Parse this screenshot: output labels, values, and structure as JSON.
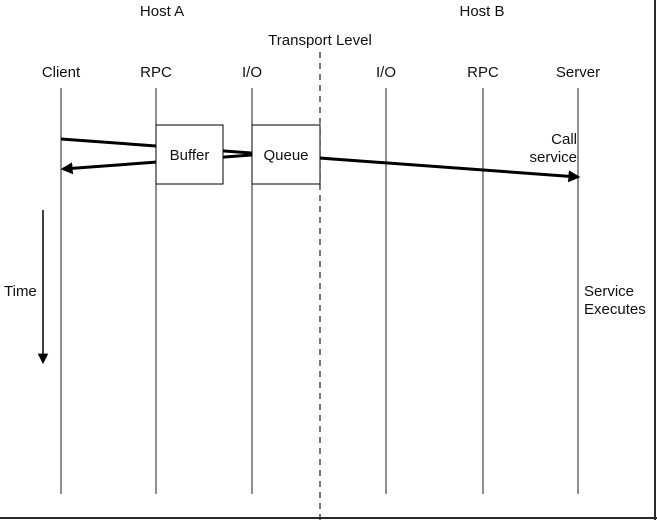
{
  "hosts": {
    "a": "Host A",
    "b": "Host B"
  },
  "transport_label": "Transport Level",
  "lifelines": [
    "Client",
    "RPC",
    "I/O",
    "I/O",
    "RPC",
    "Server"
  ],
  "boxes": {
    "buffer": "Buffer",
    "queue": "Queue"
  },
  "call_service": [
    "Call",
    "service"
  ],
  "time_label": "Time",
  "service_executes": [
    "Service",
    "Executes"
  ]
}
